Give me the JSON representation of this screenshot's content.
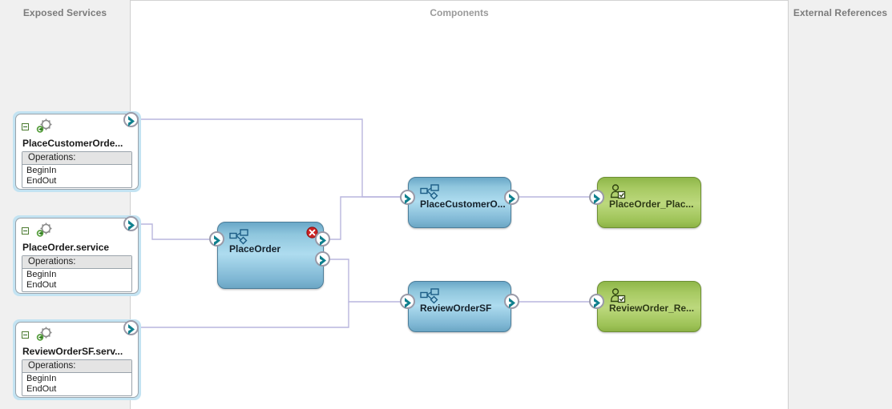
{
  "lanes": {
    "left_title": "Exposed Services",
    "center_title": "Components",
    "right_title": "External References"
  },
  "colors": {
    "lane_bg": "#f0f0f0",
    "service_halo": "#c3e3f2",
    "component_blue": "#9fd3e8",
    "reference_green": "#a8ca63",
    "wire": "#b9b6dd",
    "error_red": "#cc2222",
    "title_text": "#7b7b7b"
  },
  "exposed_services": [
    {
      "name": "PlaceCustomerOrde...",
      "icon": "web-service-gear-icon",
      "expander": "collapse-toggle",
      "ops_header": "Operations:",
      "operations": [
        "BeginIn",
        "EndOut"
      ],
      "port": "output-port"
    },
    {
      "name": "PlaceOrder.service",
      "icon": "web-service-gear-icon",
      "expander": "collapse-toggle",
      "ops_header": "Operations:",
      "operations": [
        "BeginIn",
        "EndOut"
      ],
      "port": "output-port"
    },
    {
      "name": "ReviewOrderSF.serv...",
      "icon": "web-service-gear-icon",
      "expander": "collapse-toggle",
      "ops_header": "Operations:",
      "operations": [
        "BeginIn",
        "EndOut"
      ],
      "port": "output-port"
    }
  ],
  "components": [
    {
      "name": "PlaceOrder",
      "icon": "mediator-icon",
      "status": "error",
      "status_icon": "error-badge-icon",
      "ports": [
        "input-port",
        "output-port-1",
        "output-port-2"
      ]
    },
    {
      "name": "PlaceCustomerO...",
      "icon": "mediator-icon",
      "status": "ok",
      "ports": [
        "input-port",
        "output-port"
      ]
    },
    {
      "name": "ReviewOrderSF",
      "icon": "mediator-icon",
      "status": "ok",
      "ports": [
        "input-port",
        "output-port"
      ]
    }
  ],
  "external_references": [
    {
      "name": "PlaceOrder_Plac...",
      "icon": "human-task-icon",
      "ports": [
        "input-port"
      ]
    },
    {
      "name": "ReviewOrder_Re...",
      "icon": "human-task-icon",
      "ports": [
        "input-port"
      ]
    }
  ]
}
